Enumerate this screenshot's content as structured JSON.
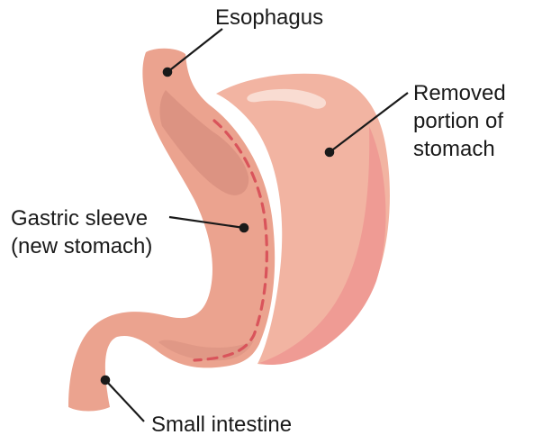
{
  "labels": {
    "esophagus": "Esophagus",
    "removed_line1": "Removed",
    "removed_line2": "portion of",
    "removed_line3": "stomach",
    "sleeve_line1": "Gastric sleeve",
    "sleeve_line2": "(new stomach)",
    "small_intestine": "Small intestine"
  },
  "colors": {
    "sleeve_fill": "#EBA38F",
    "sleeve_shadow": "#DC9382",
    "removed_fill": "#F2B4A2",
    "removed_shade": "#EF9B94",
    "highlight": "#F9DCD2",
    "cut_line": "#D9545B",
    "leader_line": "#1a1a1a"
  }
}
